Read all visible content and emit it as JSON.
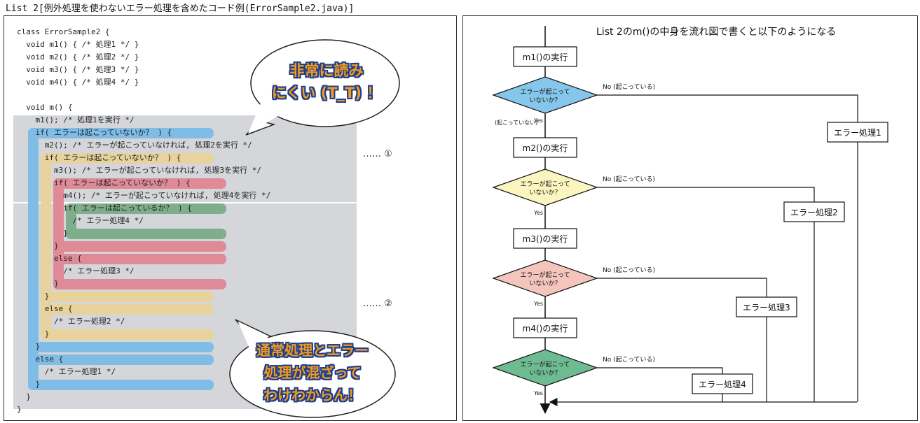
{
  "title": "List 2[例外処理を使わないエラー処理を含めたコード例(ErrorSample2.java)]",
  "code_lines": [
    "class ErrorSample2 {",
    "  void m1() { /* 処理1 */ }",
    "  void m2() { /* 処理2 */ }",
    "  void m3() { /* 処理3 */ }",
    "  void m4() { /* 処理4 */ }",
    "",
    "  void m() {",
    "    m1(); /* 処理1を実行 */",
    "    if( エラーは起こっていないか？ ) {",
    "      m2(); /* エラーが起こっていなければ, 処理2を実行 */",
    "      if( エラーは起こっていないか？ ) {",
    "        m3(); /* エラーが起こっていなければ, 処理3を実行 */",
    "        if( エラーは起こっていないか？ ) {",
    "          m4(); /* エラーが起こっていなければ, 処理4を実行 */",
    "          if( エラーは起こっているか？ ) {",
    "            /* エラー処理4 */",
    "          }",
    "        }",
    "        else {",
    "          /* エラー処理3 */",
    "        }",
    "      }",
    "      else {",
    "        /* エラー処理2 */",
    "      }",
    "    }",
    "    else {",
    "      /* エラー処理1 */",
    "    }",
    "  }",
    "}"
  ],
  "markers": {
    "m1": "…… ①",
    "m2": "…… ②"
  },
  "bubble1": {
    "line1": "非常に読み",
    "line2": "にくい (T_T) ！"
  },
  "bubble2": {
    "line1": "通常処理とエラー",
    "line2": "処理が混ざって",
    "line3": "わけわからん！"
  },
  "flowchart": {
    "title": "List 2のm()の中身を流れ図で書くと以下のようになる",
    "steps": [
      "m1()の実行",
      "m2()の実行",
      "m3()の実行",
      "m4()の実行"
    ],
    "decision": [
      "エラーが起こって",
      "いないか？"
    ],
    "no_label": "No (起こっている)",
    "yes_label": "Yes",
    "yes_note": "(起こっていない)",
    "handlers": [
      "エラー処理1",
      "エラー処理2",
      "エラー処理3",
      "エラー処理4"
    ],
    "decision_colors": [
      "#86c6ea",
      "#fbf6bf",
      "#f3c5bd",
      "#6fbb91"
    ]
  },
  "colors": {
    "blue": "#7fbde6",
    "yellow": "#e9d39c",
    "red": "#de8a97",
    "green": "#7fae8c",
    "gray": "#d4d6da",
    "bubble_text": "#f39a1e",
    "bubble_outline": "#1d3f8f"
  }
}
